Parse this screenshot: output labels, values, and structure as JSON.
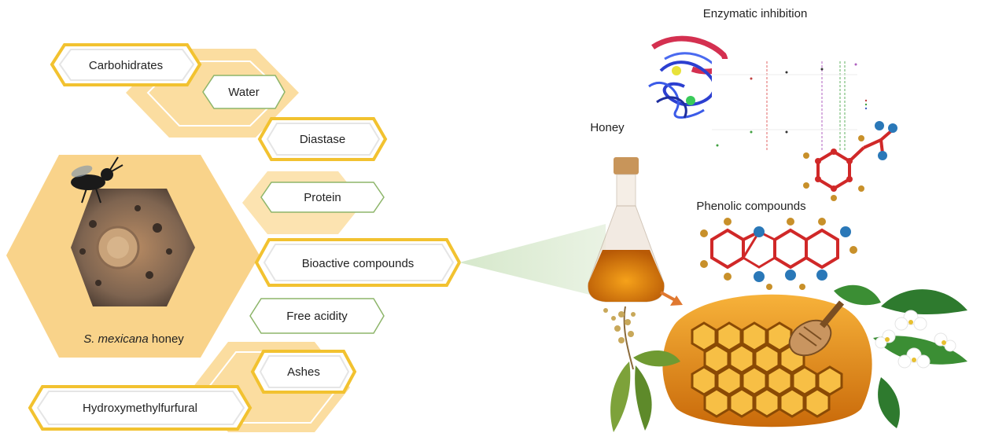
{
  "composition": {
    "items": [
      {
        "id": "carbohidrates",
        "label": "Carbohidrates"
      },
      {
        "id": "water",
        "label": "Water"
      },
      {
        "id": "diastase",
        "label": "Diastase"
      },
      {
        "id": "protein",
        "label": "Protein"
      },
      {
        "id": "bioactive",
        "label": "Bioactive compounds"
      },
      {
        "id": "acidity",
        "label": "Free acidity"
      },
      {
        "id": "ashes",
        "label": "Ashes"
      },
      {
        "id": "hmf",
        "label": "Hydroxymethylfurfural"
      }
    ]
  },
  "honey_source": {
    "species": "S. mexicana",
    "suffix": " honey"
  },
  "right_panel": {
    "enzymatic_label": "Enzymatic inhibition",
    "honey_label": "Honey",
    "phenolic_label": "Phenolic compounds"
  },
  "colors": {
    "gold": "#F2C230",
    "light_hex": "#FBDDA0",
    "pale_hex": "#FDEBC4",
    "green_outline": "#8DB56A",
    "green_beam": "#DCEBD2"
  }
}
